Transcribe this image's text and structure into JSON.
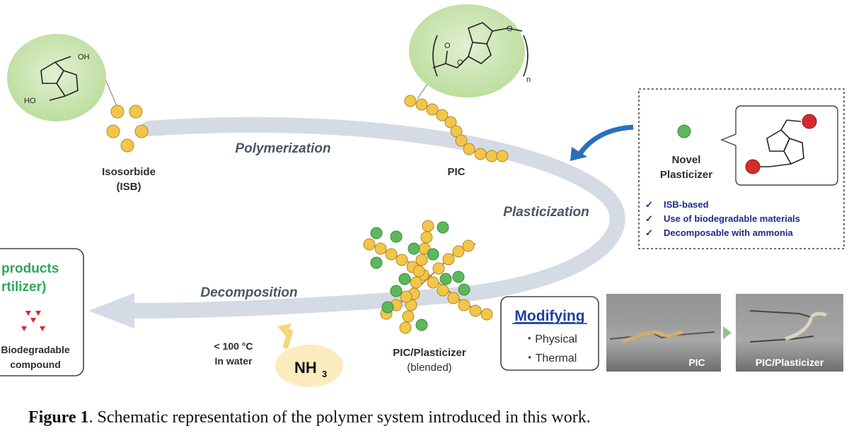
{
  "molecules": {
    "isb": {
      "name": "Isosorbide",
      "abbr": "(ISB)",
      "oh_top": "OH",
      "oh_left": "HO"
    },
    "pic": {
      "name": "PIC",
      "subscript": "n",
      "o": "O"
    }
  },
  "steps": {
    "polymerization": "Polymerization",
    "plasticization": "Plasticization",
    "decomposition": "Decomposition"
  },
  "blend": {
    "line1": "PIC/Plasticizer",
    "line2": "(blended)"
  },
  "conditions": {
    "temp": "< 100 °C",
    "medium": "In water",
    "reagent": "NH",
    "reagent_sub": "3"
  },
  "products": {
    "title1": "products",
    "title2": "rtilizer)",
    "compound1": "Biodegradable",
    "compound2": "compound"
  },
  "plasticizer_panel": {
    "title1": "Novel",
    "title2": "Plasticizer",
    "features": [
      "ISB-based",
      "Use of biodegradable materials",
      "Decomposable with ammonia"
    ],
    "check": "✓"
  },
  "modifying": {
    "title": "Modifying",
    "items": [
      "・Physical",
      "・Thermal"
    ],
    "photo1_label": "PIC",
    "photo2_label": "PIC/Plasticizer"
  },
  "caption": {
    "figure": "Figure 1",
    "text": ". Schematic representation of the polymer system introduced in this work."
  },
  "colors": {
    "bead": "#f3c54a",
    "bead_stroke": "#b08a2a",
    "green_bead": "#5cb85c",
    "bubble": "#c8e4ad",
    "arrow": "#d4dbe4",
    "blue_arrow": "#2a6fbf",
    "check": "#1c2b8c",
    "products_green": "#2ca85a",
    "red": "#d62b2b"
  }
}
